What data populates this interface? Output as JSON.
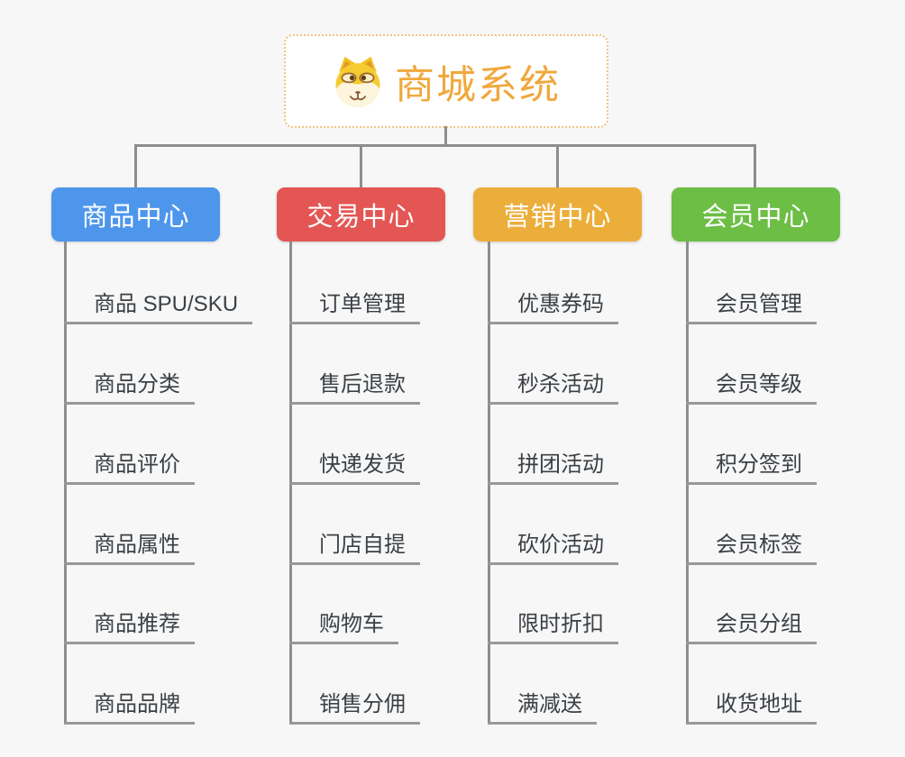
{
  "canvas": {
    "background": "#f7f7f7",
    "connector_color": "#8d8d8d",
    "underline_color": "#98989b"
  },
  "root": {
    "title": "商城系统",
    "title_color": "#f0a83d",
    "border_color": "#f2c283",
    "icon": "shiba-dog-icon"
  },
  "branches": [
    {
      "label": "商品中心",
      "color": "#4d96ec",
      "children": [
        "商品 SPU/SKU",
        "商品分类",
        "商品评价",
        "商品属性",
        "商品推荐",
        "商品品牌"
      ]
    },
    {
      "label": "交易中心",
      "color": "#e35654",
      "children": [
        "订单管理",
        "售后退款",
        "快递发货",
        "门店自提",
        "购物车",
        "销售分佣"
      ]
    },
    {
      "label": "营销中心",
      "color": "#ecae3b",
      "children": [
        "优惠券码",
        "秒杀活动",
        "拼团活动",
        "砍价活动",
        "限时折扣",
        "满减送"
      ]
    },
    {
      "label": "会员中心",
      "color": "#6cbe45",
      "children": [
        "会员管理",
        "会员等级",
        "积分签到",
        "会员标签",
        "会员分组",
        "收货地址"
      ]
    }
  ]
}
